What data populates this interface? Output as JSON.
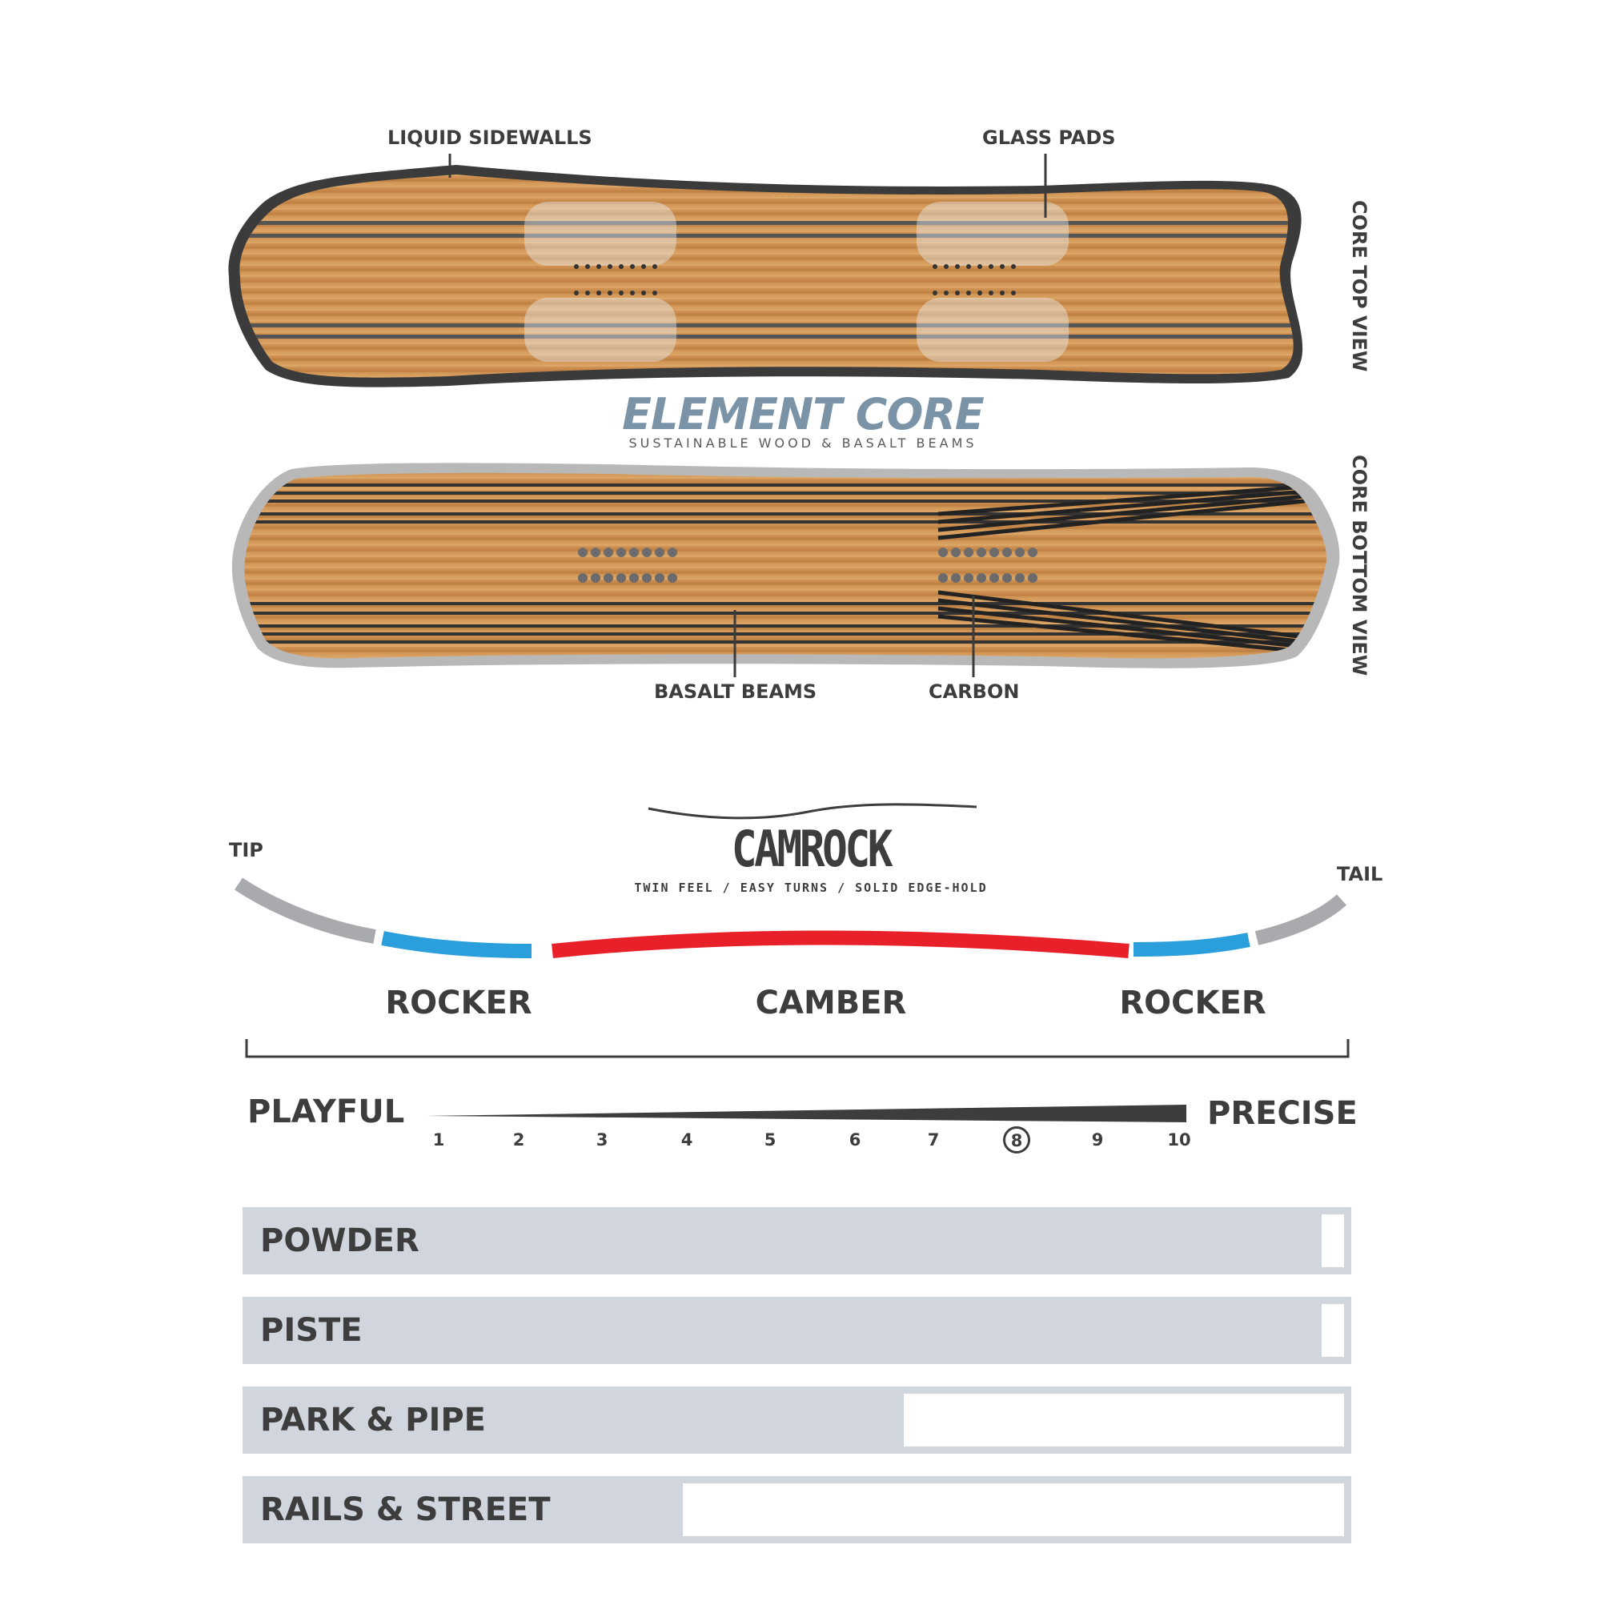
{
  "core": {
    "title": "ELEMENT CORE",
    "subtitle": "SUSTAINABLE WOOD & BASALT BEAMS",
    "callouts": {
      "liquid_sidewalls": "LIQUID SIDEWALLS",
      "glass_pads": "GLASS PADS",
      "basalt_beams": "BASALT BEAMS",
      "carbon": "CARBON"
    },
    "top_view_label": "CORE TOP VIEW",
    "bottom_view_label": "CORE BOTTOM VIEW"
  },
  "profile": {
    "name": "CAMROCK",
    "description": "TWIN FEEL / EASY TURNS / SOLID EDGE-HOLD",
    "tip_label": "TIP",
    "tail_label": "TAIL",
    "segments": [
      "ROCKER",
      "CAMBER",
      "ROCKER"
    ],
    "colors": {
      "rocker": "#2a9fdb",
      "camber": "#e8202a",
      "ends": "#a9aaad"
    }
  },
  "flex": {
    "left_label": "PLAYFUL",
    "right_label": "PRECISE",
    "ticks": [
      "1",
      "2",
      "3",
      "4",
      "5",
      "6",
      "7",
      "8",
      "9",
      "10"
    ],
    "selected": "8"
  },
  "terrain": {
    "items": [
      {
        "label": "POWDER",
        "fill": 0.98
      },
      {
        "label": "PISTE",
        "fill": 0.98
      },
      {
        "label": "PARK & PIPE",
        "fill": 0.6
      },
      {
        "label": "RAILS & STREET",
        "fill": 0.4
      }
    ],
    "colors": {
      "filled": "#d0d5de",
      "empty": "#ffffff"
    }
  }
}
